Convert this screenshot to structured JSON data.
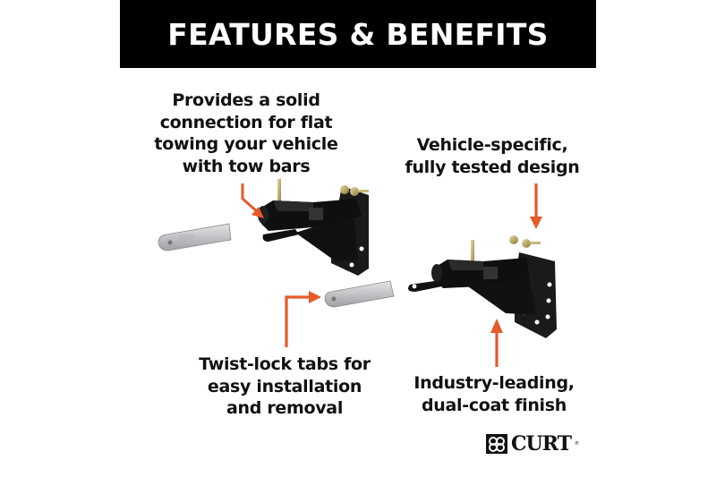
{
  "banner": {
    "title": "FEATURES & BENEFITS"
  },
  "callouts": [
    {
      "lines": [
        "Provides a solid",
        "connection for flat",
        "towing your vehicle",
        "with tow bars"
      ]
    },
    {
      "lines": [
        "Vehicle-specific,",
        "fully tested design"
      ]
    },
    {
      "lines": [
        "Twist-lock tabs for",
        "easy installation",
        "and removal"
      ]
    },
    {
      "lines": [
        "Industry-leading,",
        "dual-coat finish"
      ]
    }
  ],
  "brand": {
    "name": "CURT",
    "registered_mark": "®"
  },
  "colors": {
    "banner_bg": "#000000",
    "banner_text": "#ffffff",
    "arrow": "#e8592a",
    "text": "#111111",
    "bracket_black": "#1a1a1a",
    "tab_silver": "#c8c9cb"
  }
}
